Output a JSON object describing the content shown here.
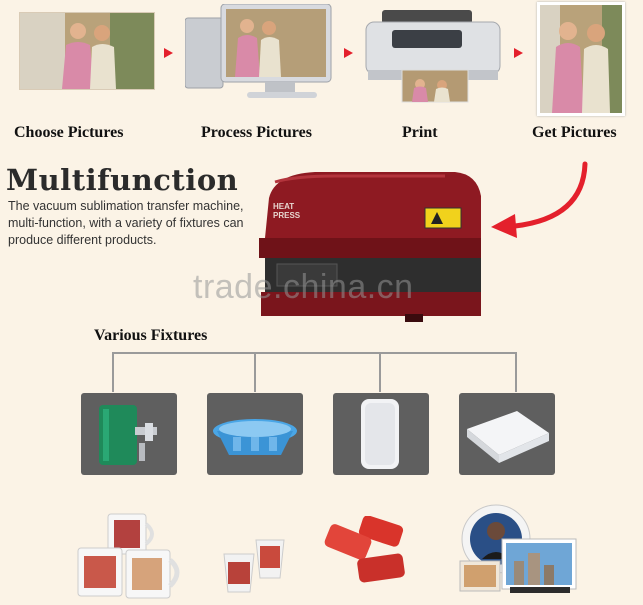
{
  "steps": [
    {
      "label": "Choose Pictures"
    },
    {
      "label": "Process Pictures"
    },
    {
      "label": "Print"
    },
    {
      "label": "Get Pictures"
    }
  ],
  "machine": {
    "brand_text": "HEAT PRESS",
    "title": "Multifunction",
    "description": "The vacuum sublimation transfer machine, multi-function, with a variety of fixtures can produce different products."
  },
  "watermark": "trade.china.cn",
  "fixtures": {
    "label": "Various Fixtures",
    "items": [
      {
        "icon": "mug-fixture-icon"
      },
      {
        "icon": "plate-fixture-icon"
      },
      {
        "icon": "phone-case-fixture-icon"
      },
      {
        "icon": "tile-fixture-icon"
      }
    ]
  },
  "products": [
    {
      "icon": "mugs-product-icon"
    },
    {
      "icon": "cups-product-icon"
    },
    {
      "icon": "phone-cases-product-icon"
    },
    {
      "icon": "plates-tiles-product-icon"
    }
  ],
  "colors": {
    "accent_red": "#e4202c",
    "machine_red": "#8e1a22",
    "background": "#fbf3e6",
    "fixture_box": "#5f5f5f"
  }
}
